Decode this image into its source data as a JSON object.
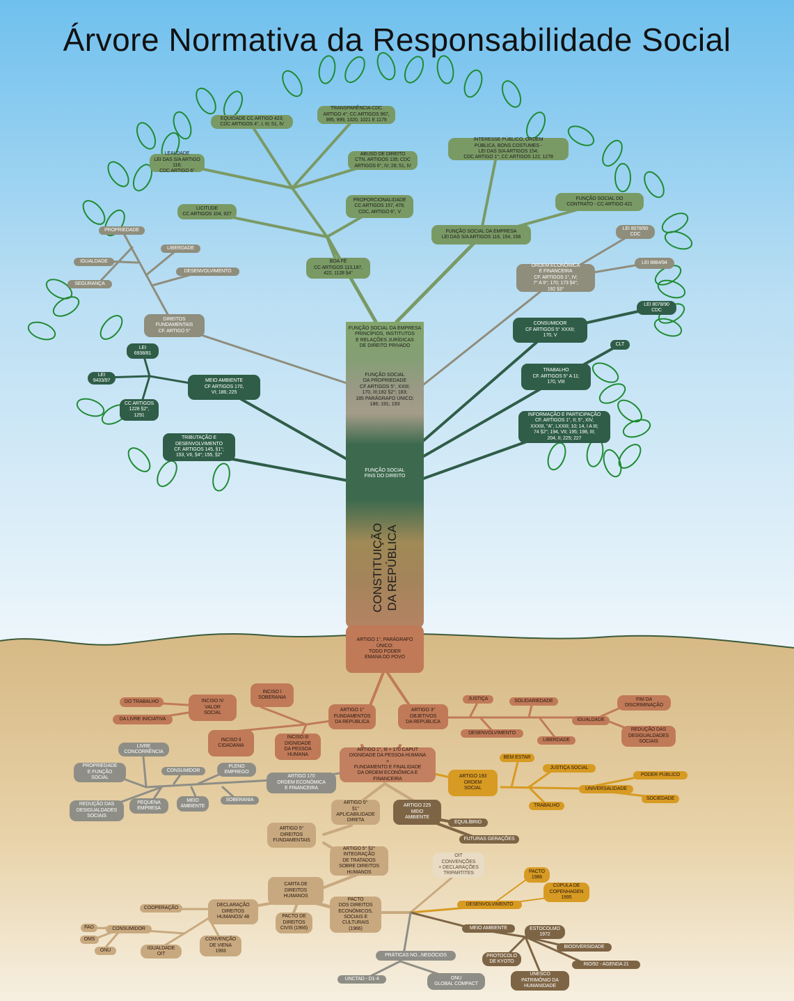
{
  "title": "Árvore Normativa da Responsabilidade Social",
  "trunk": {
    "top": "FUNÇÃO SOCIAL DA EMPRESA\nPRINCÍPIOS, INSTITUTOS\nE RELAÇÕES JURÍDICAS\nDE DIREITO PRIVADO",
    "propriedade": "FUNÇÃO SOCIAL\nDA PROPRIEDADE\nCF ARTIGOS 5°, XXIII;\n170, III;182 §2°; 183;\n185 PARÁGRAFO ÚNICO;\n186; 191; 193",
    "fins": "FUNÇÃO SOCIAL\nFINS DO DIREITO",
    "constituicao": "CONSTITUIÇÃO\nDA REPÚBLICA"
  },
  "crown": {
    "equidade": "EQUIDADE CC ARTIGO 423;\nCDC ARTIGOS 4°, I, III; 51, IV",
    "transparencia": "TRANSPARÊNCIA CDC\nARTIGO 4°; CC ARTIGOS 967,\n995, 999, 1020, 1021 E 1179",
    "lealdade": "LEALDADE\nLEI DAS S/A ARTIGO 116;\nCDC ARTIGO 6°",
    "abuso": "ABUSO DE DIREITO\nCTN, ARTIGOS 135; CDC\nARTIGOS 6°, IV; 28; 51, IV",
    "licitude": "LICITUDE\nCC ARTIGOS 104, 927",
    "proporcionalidade": "PROPORCIONALIDADE\nCC ARTIGOS 157, 478;\nCDC, ARTIGO 6°, V",
    "boafe": "BOA FÉ\nCC ARTIGOS 113,187,\n422, 1128 §4°",
    "interesse": "INTERESSE PÚBLICO, ORDEM\nPÚBLICA, BONS COSTUMES -\nLEI DAS S/A ARTIGOS 154;\nCDC ARTIGO 1°; CC ARTIGOS 122, 1278",
    "funcaoContrato": "FUNÇÃO SOCIAL DO\nCONTRATO - CC ARTIGO 421",
    "funcaoEmpresa": "FUNÇÃO SOCIAL DA EMPRESA\nLEI DAS S/A ARTIGOS 116, 154, 158",
    "lei807890a": "LEI 8078/90\nCDC",
    "lei8884": "LEI 8884/94",
    "ordemEconomica": "ORDEM ECONÔMICA\nE FINANCEIRA\nCF. ARTIGOS 1°, IV;\n7° A 9°; 170; 173 §4°;\n192 §3°",
    "lei807890b": "LEI 8078/90\nCDC",
    "consumidor": "CONSUMIDOR\nCF ARTIGOS 5° XXXII;\n170, V",
    "clt": "CLT",
    "trabalho": "TRABALHO\nCF. ARTIGOS 5° A 11;\n170, VIII",
    "informacao": "INFORMAÇÃO E PARTICIPAÇÃO\nCF. ARTIGOS 1°, II; 5°, XIV,\nXXXIII, \"A\", LXXIII; 10; 14, I A III;\n74 §2°; 194, VII; 195; 198, III;\n204, II; 225; 227",
    "propriedadeLbl": "PROPRIEDADE",
    "liberdade": "LIBERDADE",
    "igualdade": "IGUALDADE",
    "desenvolvimento": "DESENVOLVIMENTO",
    "seguranca": "SEGURANÇA",
    "direitosFund": "DIREITOS\nFUNDAMENTAIS\nCF. ARTIGO 5°",
    "lei6938": "LEI\n6938/81",
    "lei9433": "LEI\n9433/97",
    "meioAmbiente": "MEIO AMBIENTE\nCF ARTIGOS 170,\nVI; 186; 225",
    "ccArtigos": "CC ARTIGOS\n1228 §2°,\n1291",
    "tributacao": "TRIBUTAÇÃO E\nDESENVOLVIMENTO\nCF. ARTIGOS 145, §1°;\n153, VII, §4°; 155, §2°"
  },
  "roots": {
    "artigo1pu": "ARTIGO 1°, PARÁGRAFO\nÚNICO:\nTODO PODER\nEMANA DO POVO",
    "doTrabalho": "DO TRABALHO",
    "livreIniciativa": "DA LIVRE INICIATIVA",
    "incisoIV": "INCISO IV\nVALOR\nSOCIAL",
    "incisoI": "INCISO I\nSOBERANIA",
    "incisoII": "INCISO II\nCIDADANIA",
    "incisoIII": "INCISO III\nDIGNIDADE\nDA PESSOA\nHUMANA",
    "artigo1": "ARTIGO 1°\nFUNDAMENTOS\nDA REPÚBLICA",
    "artigo3": "ARTIGO 3°\nOBJETIVOS\nDA REPÚBLICA",
    "justica": "JUSTIÇA",
    "desenvolvimento": "DESENVOLVIMENTO",
    "solidariedade": "SOLIDARIEDADE",
    "liberdade": "LIBERDADE",
    "igualdade": "IGUALDADE",
    "fimDiscriminacao": "FIM DA\nDISCRIMINAÇÃO",
    "reducaoDesig": "REDUÇÃO DAS\nDESIGUALDADES\nSOCIAIS",
    "artigo170caput": "ARTIGO 1°, III + 170 CAPUT\nDIGNIDADE DA PESSOA HUMANA\n=\nFUNDAMENTO E FINALIDADE\nDA ORDEM ECONÔMICA E\nFINANCEIRA",
    "livreConcorrencia": "LIVRE\nCONCORRÊNCIA",
    "propriedadeFuncao": "PROPRIEDADE\nE FUNÇÃO\nSOCIAL",
    "consumidor": "CONSUMIDOR",
    "plenoEmprego": "PLENO\nEMPREGO",
    "artigo170": "ARTIGO 170\nORDEM ECONÔMICA\nE FINANCEIRA",
    "reducaoDesig2": "REDUÇÃO DAS\nDESIGUALDADES\nSOCIAIS",
    "pequenaEmpresa": "PEQUENA\nEMPRESA",
    "meioAmbiente": "MEIO\nAMBIENTE",
    "soberania": "SOBERANIA",
    "bemEstar": "BEM ESTAR",
    "justicaSocial": "JUSTIÇA SOCIAL",
    "artigo193": "ARTIGO 193\nORDEM\nSOCIAL",
    "poderPublico": "PODER PÚBLICO",
    "universalidade": "UNIVERSALIDADE",
    "sociedade": "SOCIEDADE",
    "trabalho": "TRABALHO",
    "artigo5p1": "ARTIGO 5°\n§1°\nAPLICABILIDADE\nDIRETA",
    "artigo225": "ARTIGO 225\nMEIO\nAMBIENTE",
    "equilibrio": "EQUILÍBRIO",
    "futurasGeracoes": "FUTURAS GERAÇÕES",
    "artigo5dir": "ARTIGO 5°\nDIREITOS\nFUNDAMENTAIS",
    "artigo5p2": "ARTIGO 5° §2°\nINTEGRAÇÃO\nDE TRATADOS\nSOBRE DIREITOS\nHUMANOS",
    "oit": "OIT\nCONVENÇÕES\n+ DECLARAÇÕES\nTRIPARTITES",
    "pacto1986": "PACTO\n1986",
    "cupula": "CÚPULA DE\nCOPENHAGEN\n1995",
    "cartaDireitos": "CARTA DE\nDIREITOS\nHUMANOS",
    "declaracao": "DECLARAÇÃO\nDIREITOS\nHUMANOS/ 48",
    "pactoEconomicos": "PACTO\nDOS DIREITOS\nECONÔMICOS,\nSOCIAIS E\nCULTURAIS\n(1966)",
    "desenvolvimento2": "DESENVOLVIMENTO",
    "cooperacao": "COOPERAÇÃO",
    "pactoCivis": "PACTO DE\nDIREITOS\nCIVIS (1966)",
    "fao": "FAO",
    "consumidor2": "CONSUMIDOR",
    "oms": "OMS",
    "onu": "ONU",
    "igualdadeOit": "IGUALDADE\nOIT",
    "convencaoViena": "CONVENÇÃO\nDE VIENA\n1993",
    "meioAmbiente2": "MEIO AMBIENTE",
    "estocolmo": "ESTOCOLMO\n1972",
    "biodiversidade": "BIODIVERSIDADE",
    "protocoloKyoto": "PROTOCOLO\nDE KYOTO",
    "rio92": "RIO/92 - AGENDA 21",
    "unesco": "UNESCO\nPATRIMÔNIO DA\nHUMANIDADE",
    "praticas": "PRÁTICAS NO...NEGÓCIOS",
    "unctad": "UNCTAD - D1-4",
    "onuGlobal": "ONU\nGLOBAL COMPACT"
  },
  "colors": {
    "leaf": "#1f8a33",
    "branchLight": "#7a9a65",
    "branchDark": "#2f5d48",
    "branchGray": "#8f8d7c",
    "rootBrown": "#c07a58",
    "rootOrange": "#d79a22",
    "rootTan": "#c8a97f",
    "soil": "#d8bd8a"
  }
}
